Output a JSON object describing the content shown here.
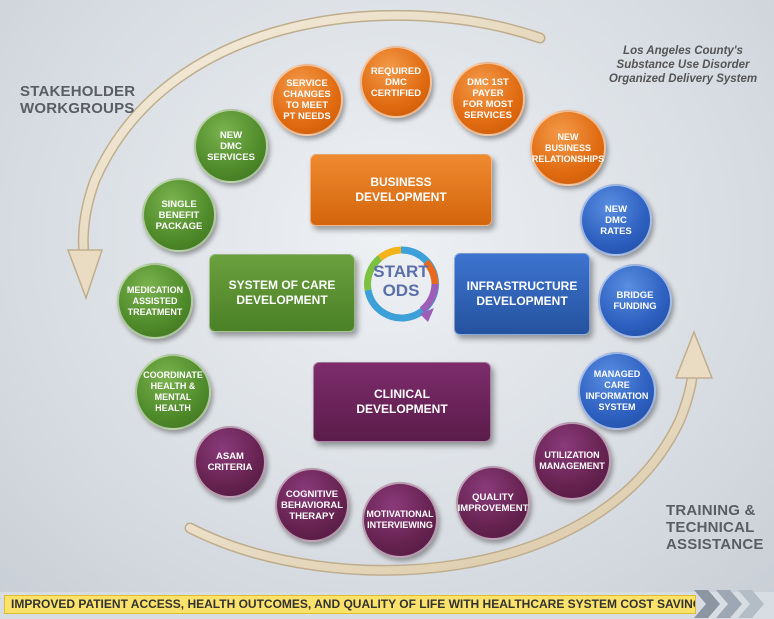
{
  "header": {
    "title_lines": [
      "Los Angeles County's",
      "Substance Use Disorder",
      "Organized Delivery System"
    ]
  },
  "corner_labels": {
    "top_left": [
      "STAKEHOLDER",
      "WORKGROUPS"
    ],
    "bottom_right": [
      "TRAINING &",
      "TECHNICAL",
      "ASSISTANCE"
    ]
  },
  "center": {
    "start": "START",
    "ods": "ODS",
    "boxes": {
      "business": "BUSINESS\nDEVELOPMENT",
      "system_of_care": "SYSTEM OF CARE\nDEVELOPMENT",
      "infrastructure": "INFRASTRUCTURE\nDEVELOPMENT",
      "clinical": "CLINICAL\nDEVELOPMENT"
    }
  },
  "circles": {
    "service_changes": "SERVICE\nCHANGES\nTO MEET\nPT NEEDS",
    "required_dmc": "REQUIRED\nDMC\nCERTIFIED",
    "dmc_first_payer": "DMC 1ST\nPAYER\nFOR MOST\nSERVICES",
    "new_business": "NEW\nBUSINESS\nRELATIONSHIPS",
    "new_dmc_rates": "NEW\nDMC\nRATES",
    "bridge_funding": "BRIDGE\nFUNDING",
    "managed_care": "MANAGED\nCARE\nINFORMATION\nSYSTEM",
    "utilization": "UTILIZATION\nMANAGEMENT",
    "quality": "QUALITY\nIMPROVEMENT",
    "motivational": "MOTIVATIONAL\nINTERVIEWING",
    "cognitive": "COGNITIVE\nBEHAVIORAL\nTHERAPY",
    "asam": "ASAM\nCRITERIA",
    "coordinate": "COORDINATE\nHEALTH &\nMENTAL\nHEALTH",
    "medication": "MEDICATION\nASSISTED\nTREATMENT",
    "single_benefit": "SINGLE\nBENEFIT\nPACKAGE",
    "new_dmc_services": "NEW\nDMC\nSERVICES"
  },
  "banner": {
    "text": "IMPROVED PATIENT ACCESS, HEALTH OUTCOMES, AND QUALITY OF LIFE WITH HEALTHCARE SYSTEM COST SAVINGS"
  },
  "colors": {
    "business": "#e06a10",
    "infrastructure": "#2c5fbf",
    "system_of_care": "#4f8a2a",
    "clinical": "#65224f",
    "banner": "#fbe26a"
  }
}
